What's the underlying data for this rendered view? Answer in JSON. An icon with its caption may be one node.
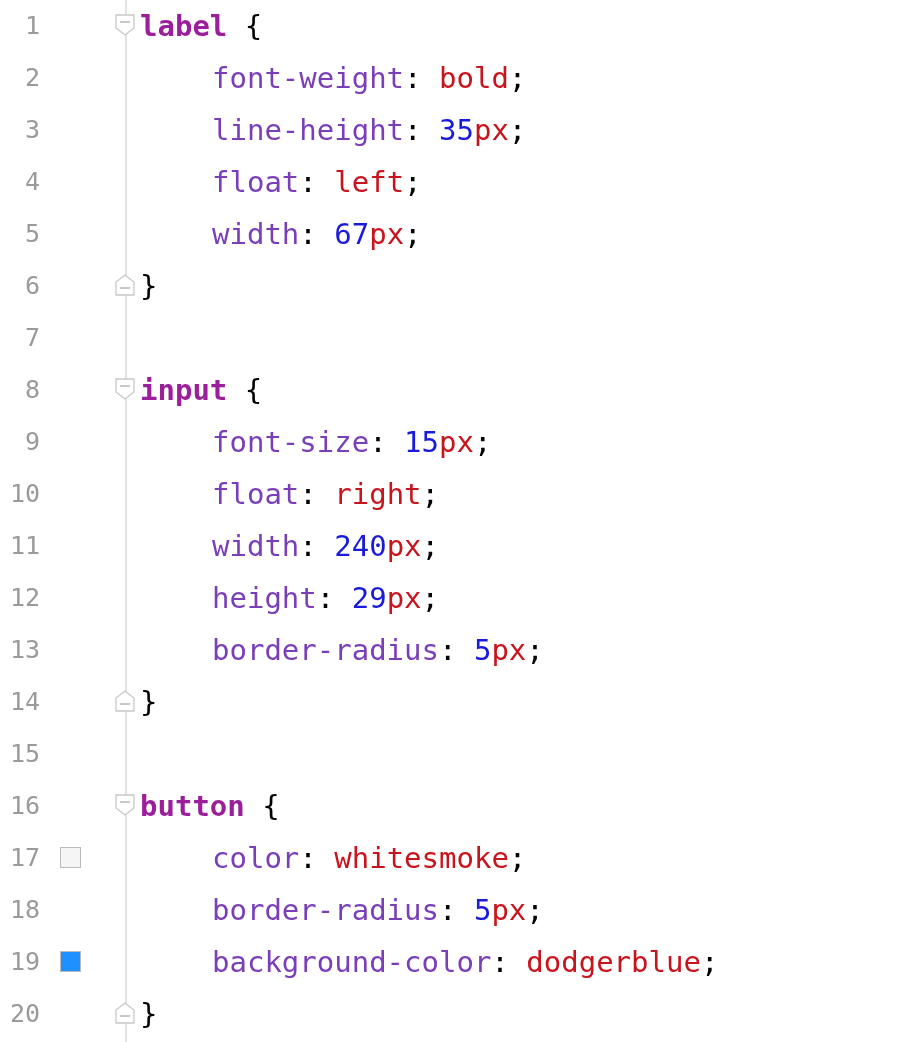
{
  "diagram": {
    "labels": [
      "1",
      "label {",
      "2",
      "font-weight: bold;",
      "3",
      "line-height: 35px;",
      "4",
      "float: left;",
      "5",
      "width: 67px;",
      "6",
      "}",
      "7",
      "8",
      "input {",
      "9",
      "font-size: 15px;",
      "10",
      "float: right;",
      "11",
      "width: 240px;",
      "12",
      "height: 29px;",
      "13",
      "border-radius: 5px;",
      "14",
      "}",
      "15",
      "16",
      "button {",
      "17",
      "color: whitesmoke;",
      "18",
      "border-radius: 5px;",
      "19",
      "background-color: dodgerblue;",
      "20",
      "}"
    ]
  }
}
